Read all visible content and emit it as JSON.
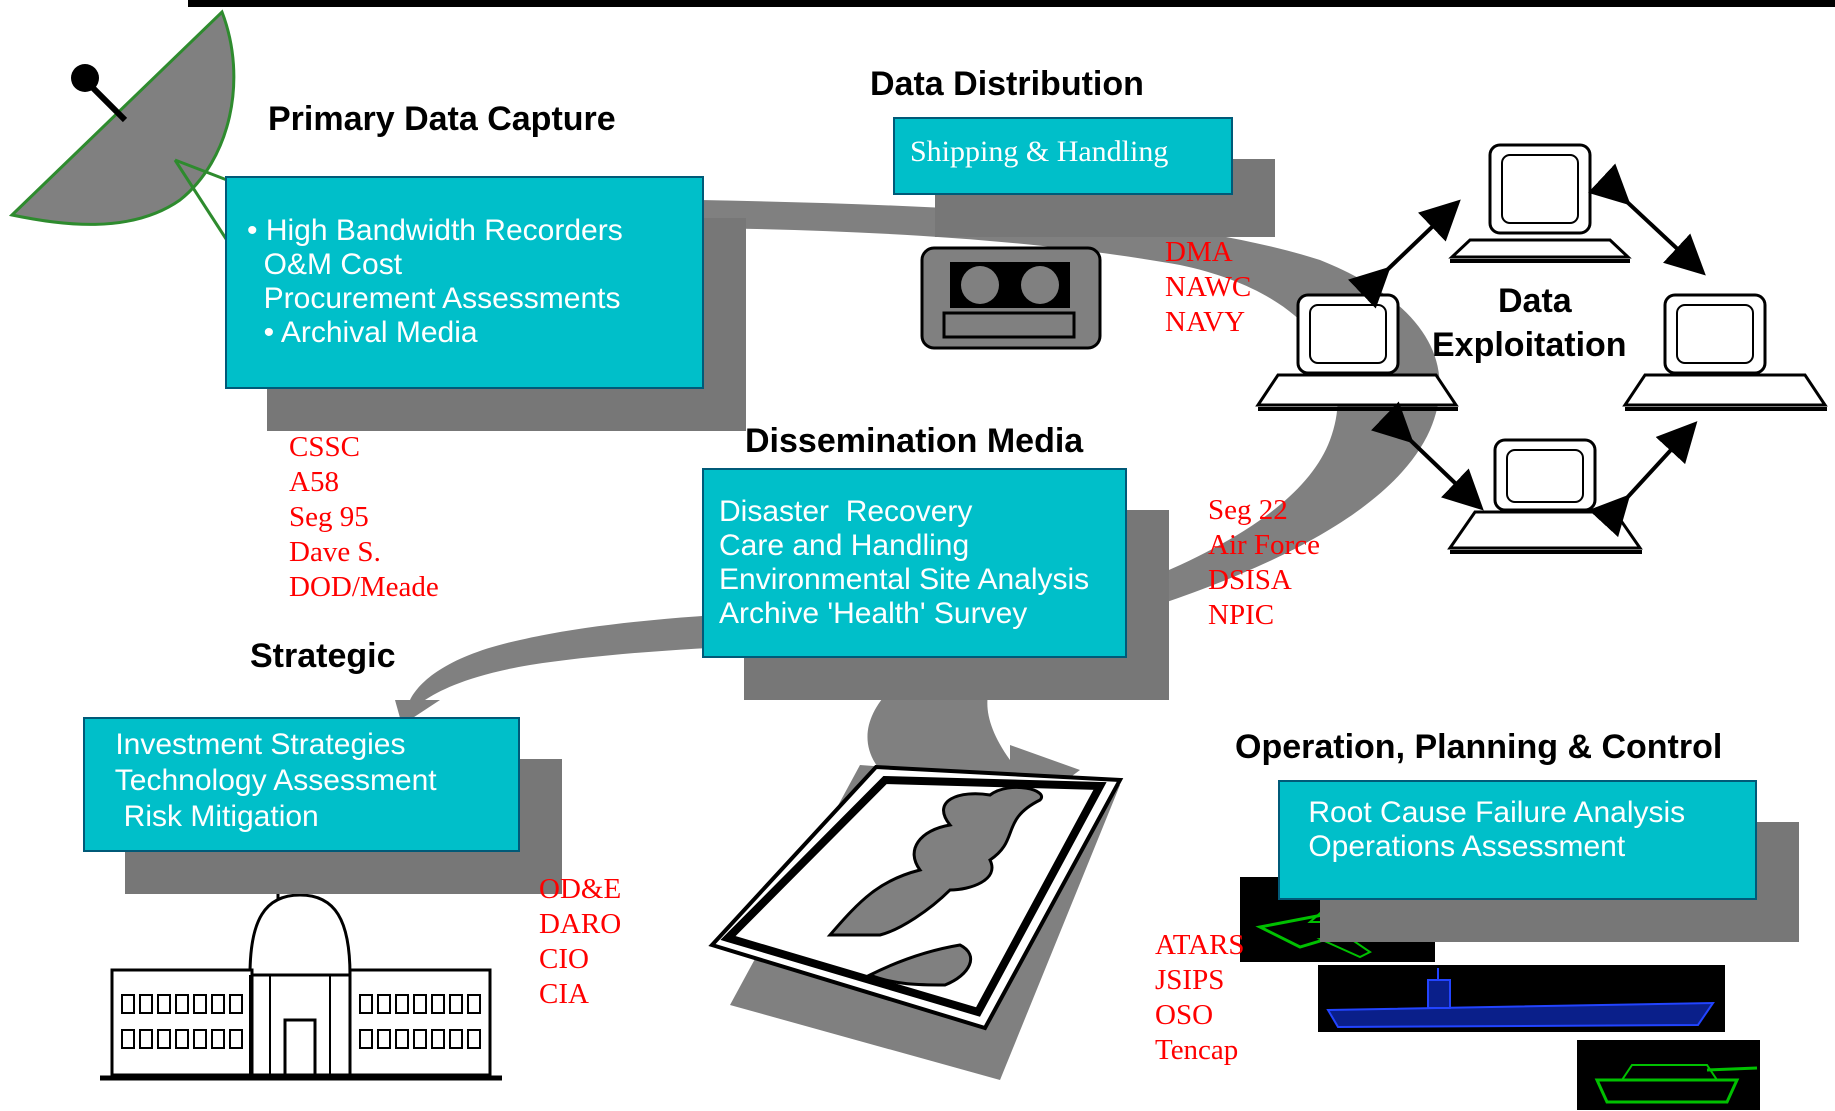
{
  "sections": {
    "primary_capture": {
      "title": "Primary Data Capture",
      "items": [
        "• High Bandwidth Recorders",
        "  O&M Cost",
        "  Procurement Assessments",
        "  • Archival Media"
      ],
      "orgs": [
        "CSSC",
        "A58",
        "Seg 95",
        "Dave S.",
        "DOD/Meade"
      ]
    },
    "distribution": {
      "title": "Data Distribution",
      "items": [
        "Shipping & Handling"
      ],
      "orgs": [
        "DMA",
        "NAWC",
        "NAVY"
      ]
    },
    "exploitation": {
      "title_lines": [
        "Data",
        "Exploitation"
      ],
      "orgs": [
        "Seg 22",
        "Air Force",
        "DSISA",
        "NPIC"
      ]
    },
    "dissemination": {
      "title": "Dissemination Media",
      "items": [
        "Disaster  Recovery",
        "Care and Handling",
        "Environmental Site Analysis",
        "Archive 'Health' Survey"
      ]
    },
    "strategic": {
      "title": "Strategic",
      "items": [
        " Investment Strategies",
        " Technology Assessment",
        "  Risk Mitigation"
      ],
      "orgs": [
        "OD&E",
        "DARO",
        "CIO",
        "CIA"
      ]
    },
    "operations": {
      "title": "Operation, Planning & Control",
      "items": [
        " Root Cause Failure Analysis",
        " Operations Assessment"
      ],
      "orgs": [
        "ATARS",
        "JSIPS",
        "OSO",
        "Tencap"
      ]
    }
  },
  "colors": {
    "box_fill": "#00bfc9",
    "box_shadow": "#777777",
    "flow_arrow": "#808080",
    "org_text": "#ff0000",
    "heading_text": "#000000",
    "box_text": "#ffffff"
  },
  "icons": [
    "satellite-dish-icon",
    "tape-cassette-icon",
    "computer-terminal-icon",
    "map-document-icon",
    "capitol-building-icon",
    "jet-aircraft-image",
    "aircraft-carrier-image",
    "tank-image"
  ]
}
